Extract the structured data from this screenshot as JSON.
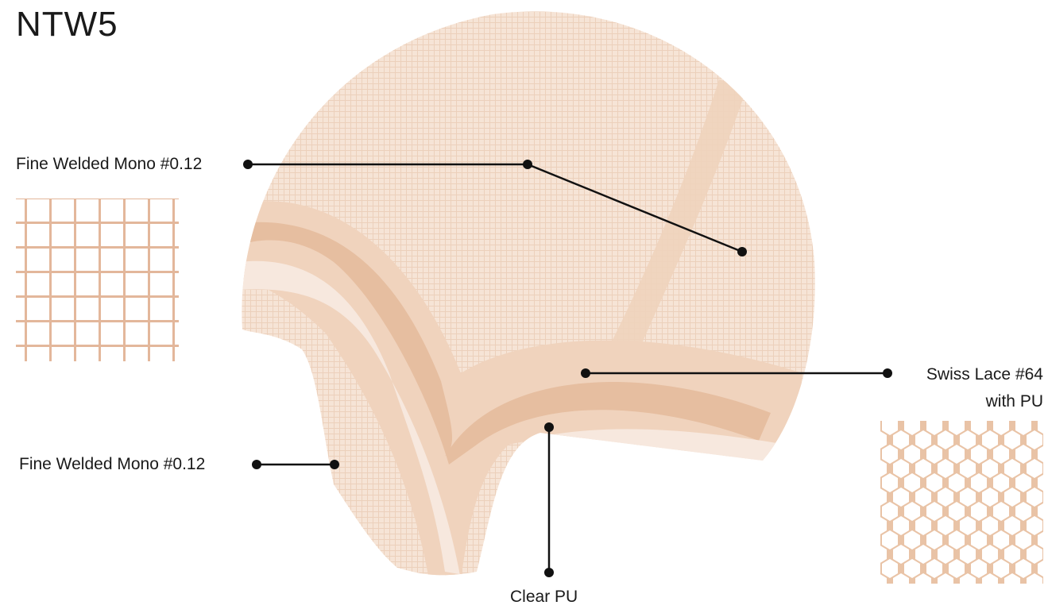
{
  "title": "NTW5",
  "callouts": {
    "top_left": "Fine Welded Mono #0.12",
    "bottom_left": "Fine Welded Mono #0.12",
    "right_line1": "Swiss Lace #64",
    "right_line2": "with PU",
    "bottom": "Clear PU"
  },
  "colors": {
    "base_mesh": "#f6e4d6",
    "band_outer": "#f0d3bd",
    "band_inner": "#e8c0a3",
    "clear_pu": "#f7e8de",
    "mono_grid_line": "#e3b79b",
    "lace": "#e9c3a6",
    "line": "#111111"
  },
  "swatches": [
    {
      "name": "fine-welded-mono-swatch",
      "pattern": "square-grid"
    },
    {
      "name": "swiss-lace-swatch",
      "pattern": "hexagon"
    }
  ]
}
